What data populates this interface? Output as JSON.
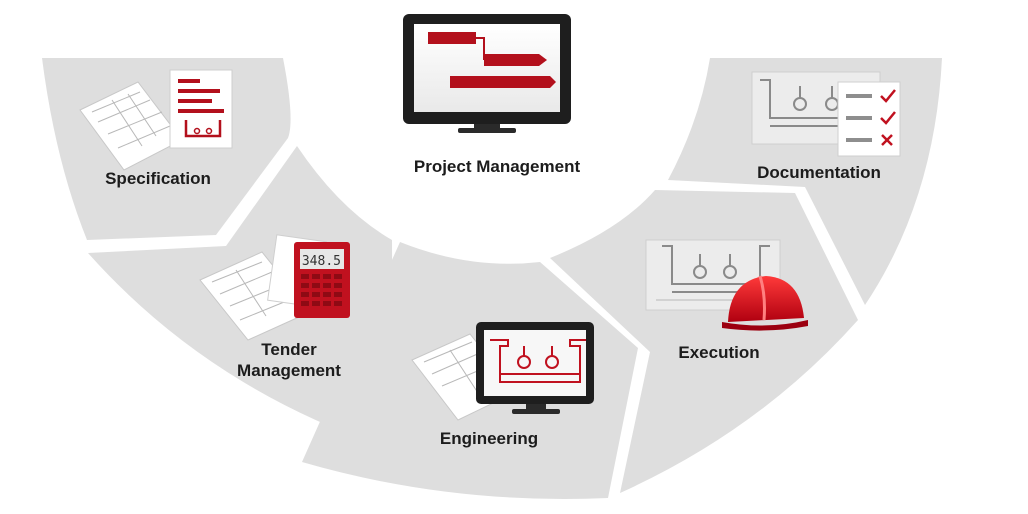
{
  "diagram": {
    "center": {
      "label": "Project Management",
      "icon": "monitor-gantt-icon"
    },
    "segments": [
      {
        "label": "Specification",
        "icon": "spec-document-icon"
      },
      {
        "label_lines": [
          "Tender",
          "Management"
        ],
        "icon": "calculator-icon",
        "display": "348.5"
      },
      {
        "label": "Engineering",
        "icon": "monitor-drawing-icon"
      },
      {
        "label": "Execution",
        "icon": "hard-hat-icon"
      },
      {
        "label": "Documentation",
        "icon": "checklist-icon"
      }
    ]
  },
  "colors": {
    "segment": "#dedede",
    "accent": "#c0111f",
    "dark": "#222222"
  }
}
